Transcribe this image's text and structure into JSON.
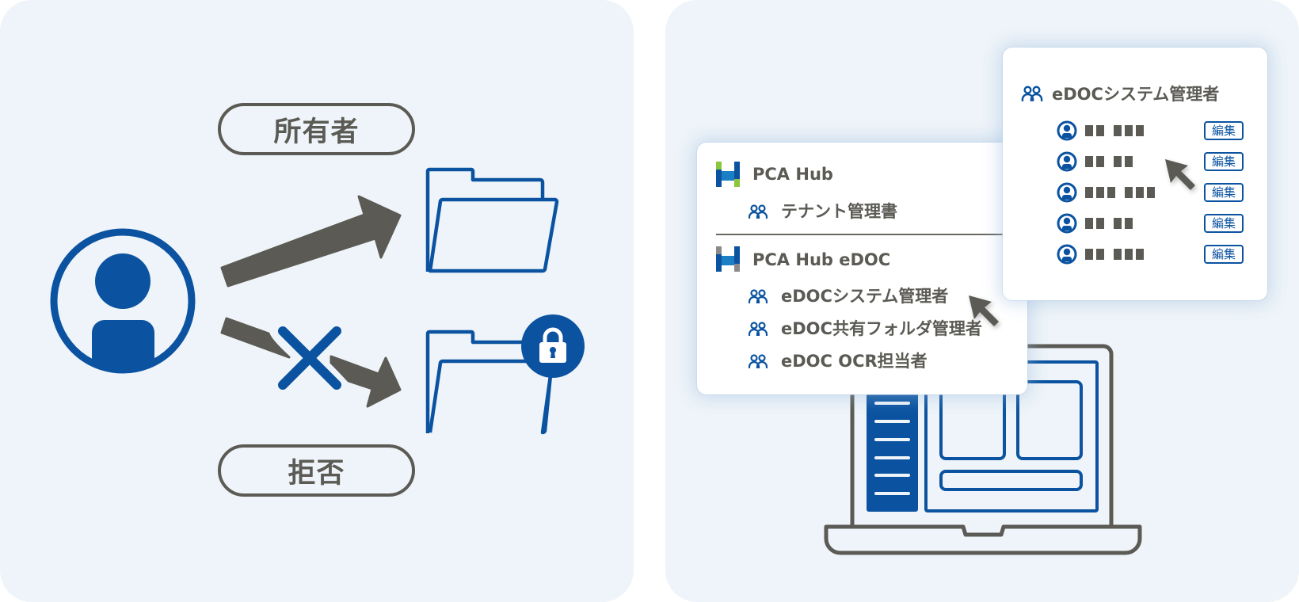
{
  "colors": {
    "panel_bg": "#eef4f9",
    "brand_blue": "#0b53a0",
    "ink_gray": "#5b5a54",
    "card_bg": "#ffffff",
    "logo_green": "#8cc63f",
    "logo_gray": "#8a8a8a"
  },
  "left_panel": {
    "owner_label": "所有者",
    "denied_label": "拒否",
    "icons": [
      "user-avatar-icon",
      "arrow-right-icon",
      "folder-open-icon",
      "x-mark-icon",
      "folder-locked-icon",
      "lock-icon"
    ]
  },
  "right_panel": {
    "roles_card": {
      "apps": [
        {
          "name": "PCA Hub",
          "logo": "pca-hub-logo",
          "roles": [
            {
              "label": "テナント管理書",
              "icon": "group-icon"
            }
          ]
        },
        {
          "name": "PCA Hub eDOC",
          "logo": "pca-hub-edoc-logo",
          "roles": [
            {
              "label": "eDOCシステム管理者",
              "icon": "group-icon"
            },
            {
              "label": "eDOC共有フォルダ管理者",
              "icon": "group-icon"
            },
            {
              "label": "eDOC OCR担当者",
              "icon": "group-icon"
            }
          ]
        }
      ]
    },
    "members_card": {
      "title": "eDOCシステム管理者",
      "title_icon": "group-icon",
      "edit_label": "編集",
      "members": [
        {
          "name_blocks": [
            2,
            3
          ]
        },
        {
          "name_blocks": [
            2,
            2
          ]
        },
        {
          "name_blocks": [
            3,
            3
          ]
        },
        {
          "name_blocks": [
            2,
            2
          ]
        },
        {
          "name_blocks": [
            2,
            3
          ]
        }
      ]
    },
    "icons": [
      "laptop-icon",
      "cursor-pointer-icon"
    ]
  }
}
